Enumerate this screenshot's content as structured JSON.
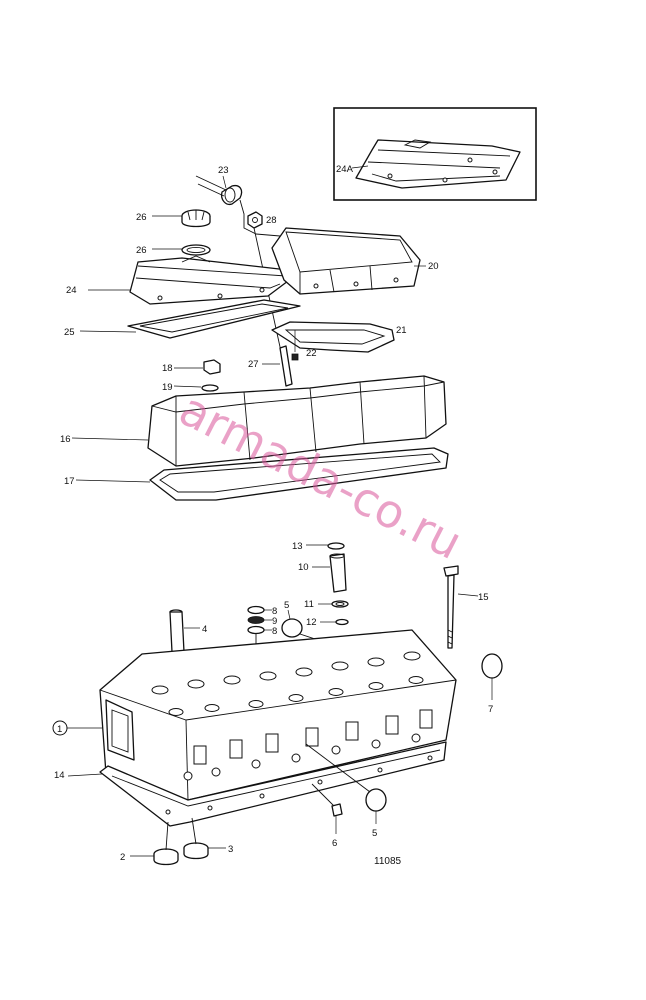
{
  "diagram": {
    "figure_number": "11085",
    "watermark": "armada-co.ru",
    "labels": [
      {
        "id": "l23",
        "text": "23"
      },
      {
        "id": "l26a",
        "text": "26"
      },
      {
        "id": "l28",
        "text": "28"
      },
      {
        "id": "l26b",
        "text": "26"
      },
      {
        "id": "l24",
        "text": "24"
      },
      {
        "id": "l20",
        "text": "20"
      },
      {
        "id": "l25",
        "text": "25"
      },
      {
        "id": "l21",
        "text": "21"
      },
      {
        "id": "l22",
        "text": "22"
      },
      {
        "id": "l27",
        "text": "27"
      },
      {
        "id": "l18",
        "text": "18"
      },
      {
        "id": "l19",
        "text": "19"
      },
      {
        "id": "l16",
        "text": "16"
      },
      {
        "id": "l17",
        "text": "17"
      },
      {
        "id": "l13",
        "text": "13"
      },
      {
        "id": "l10",
        "text": "10"
      },
      {
        "id": "l15",
        "text": "15"
      },
      {
        "id": "l11",
        "text": "11"
      },
      {
        "id": "l12",
        "text": "12"
      },
      {
        "id": "l4",
        "text": "4"
      },
      {
        "id": "l8a",
        "text": "8"
      },
      {
        "id": "l9",
        "text": "9"
      },
      {
        "id": "l8b",
        "text": "8"
      },
      {
        "id": "l5a",
        "text": "5"
      },
      {
        "id": "l7",
        "text": "7"
      },
      {
        "id": "l1",
        "text": "1"
      },
      {
        "id": "l14",
        "text": "14"
      },
      {
        "id": "l5b",
        "text": "5"
      },
      {
        "id": "l6",
        "text": "6"
      },
      {
        "id": "l2",
        "text": "2"
      },
      {
        "id": "l3",
        "text": "3"
      },
      {
        "id": "l24A",
        "text": "24A"
      }
    ]
  }
}
